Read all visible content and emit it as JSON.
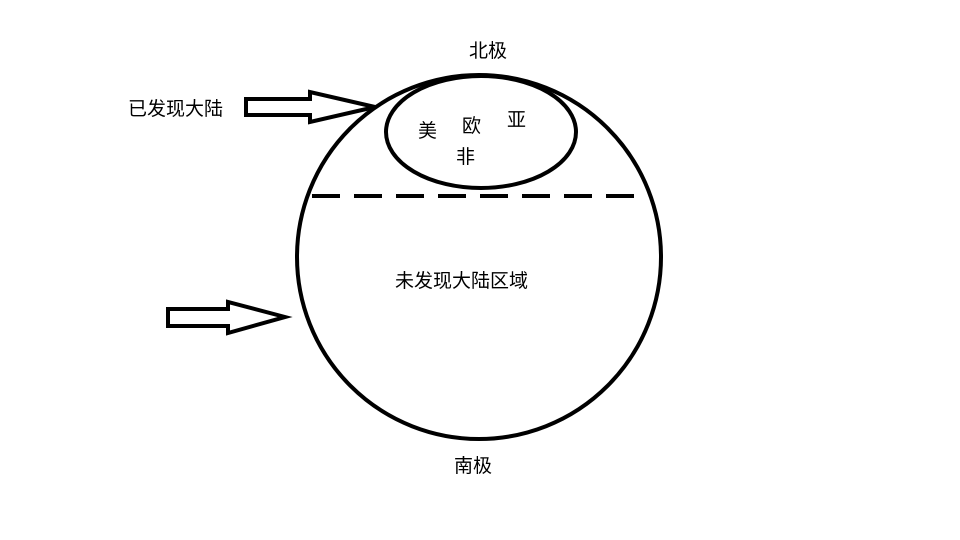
{
  "labels": {
    "north_pole": "北极",
    "south_pole": "南极",
    "discovered": "已发现大陆",
    "undiscovered": "未发现大陆区域"
  },
  "continents": {
    "america": "美",
    "europe": "欧",
    "asia": "亚",
    "africa": "非"
  },
  "colors": {
    "stroke": "#000000",
    "background": "#ffffff"
  }
}
